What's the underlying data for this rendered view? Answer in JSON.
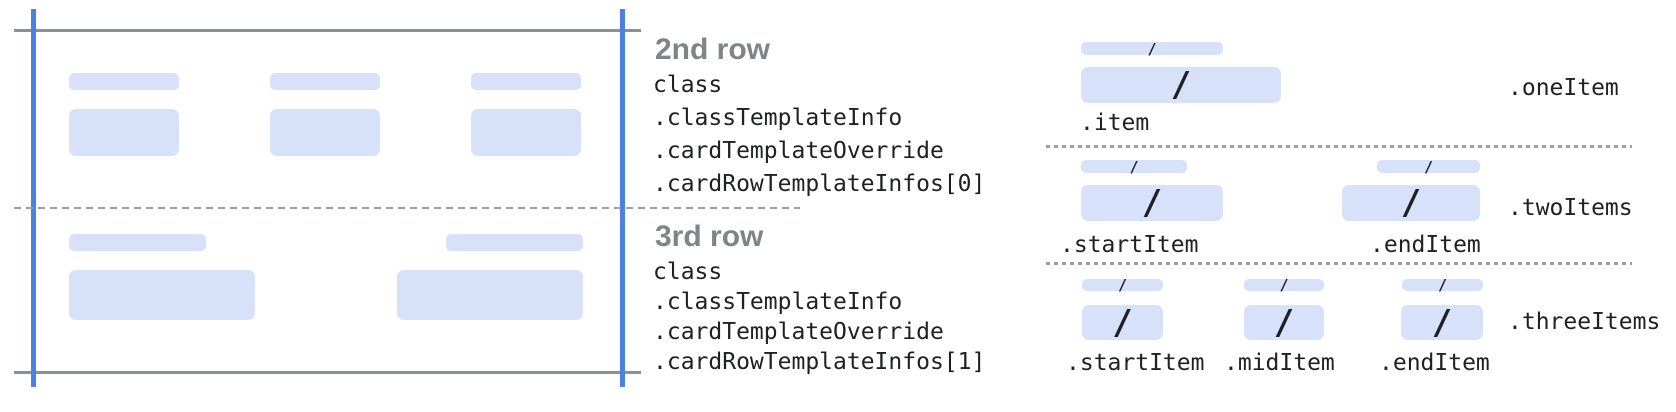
{
  "middle": {
    "sections": [
      {
        "heading": "2nd row",
        "lines": [
          "class",
          ".classTemplateInfo",
          ".cardTemplateOverride",
          ".cardRowTemplateInfos[0]"
        ]
      },
      {
        "heading": "3rd row",
        "lines": [
          "class",
          ".classTemplateInfo",
          ".cardTemplateOverride",
          ".cardRowTemplateInfos[1]"
        ]
      }
    ]
  },
  "right": {
    "slash": "/",
    "rows": [
      {
        "legend": ".oneItem",
        "items": [
          ".item"
        ]
      },
      {
        "legend": ".twoItems",
        "items": [
          ".startItem",
          ".endItem"
        ]
      },
      {
        "legend": ".threeItems",
        "items": [
          ".startItem",
          ".midItem",
          ".endItem"
        ]
      }
    ]
  },
  "colors": {
    "bar_fill": "#d7e2fa",
    "accent_blue_line": "#4d80e4",
    "solid_gray_line": "#8b9095",
    "dashed_dotted_gray": "#9aa0a6",
    "heading_gray": "#7f8489",
    "text_dark": "#202124"
  }
}
